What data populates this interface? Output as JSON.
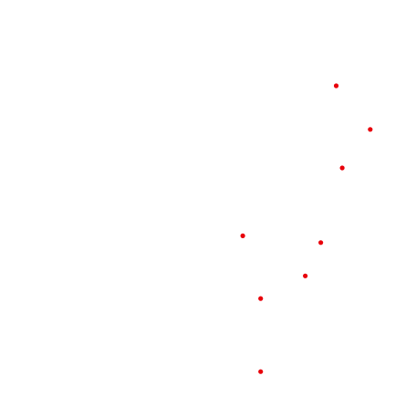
{
  "chart_data": {
    "type": "scatter",
    "title": "",
    "xlabel": "",
    "ylabel": "",
    "grid": false,
    "legend": "none",
    "axes_visible": false,
    "xlim": [
      0,
      100
    ],
    "ylim": [
      0,
      100
    ],
    "series": [
      {
        "color": "#e8000b",
        "points": [
          {
            "x": 82.8,
            "y": 78.4
          },
          {
            "x": 91.2,
            "y": 67.4
          },
          {
            "x": 84.3,
            "y": 57.7
          },
          {
            "x": 59.8,
            "y": 40.6
          },
          {
            "x": 79.0,
            "y": 38.9
          },
          {
            "x": 75.2,
            "y": 30.5
          },
          {
            "x": 64.2,
            "y": 24.8
          },
          {
            "x": 64.2,
            "y": 6.4
          }
        ]
      }
    ]
  }
}
